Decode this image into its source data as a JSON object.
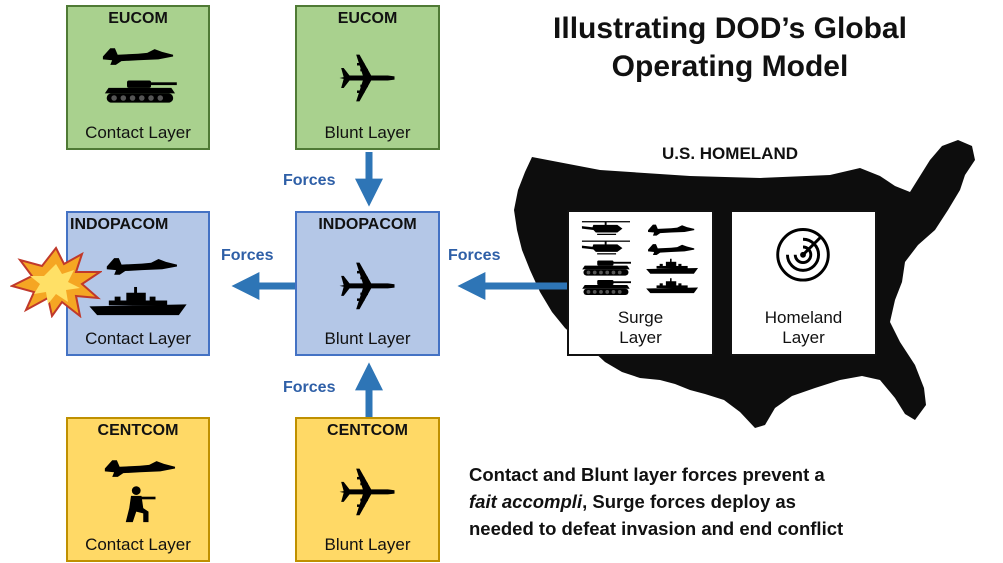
{
  "title": {
    "line1": "Illustrating DOD’s Global",
    "line2": "Operating Model"
  },
  "homeland": {
    "label": "U.S. HOMELAND",
    "surge": {
      "line1": "Surge",
      "line2": "Layer",
      "icons": [
        "helicopter-icon",
        "fighter-jet-icon",
        "tank-icon",
        "warship-icon"
      ]
    },
    "homeland_layer": {
      "line1": "Homeland",
      "line2": "Layer",
      "icon": "radar-icon"
    }
  },
  "boxes": {
    "eucom_contact": {
      "command": "EUCOM",
      "layer": "Contact Layer",
      "icons": [
        "fighter-jet-icon",
        "tank-icon"
      ]
    },
    "eucom_blunt": {
      "command": "EUCOM",
      "layer": "Blunt Layer",
      "icons": [
        "bomber-icon"
      ]
    },
    "indopacom_contact": {
      "command": "INDOPACOM",
      "layer": "Contact Layer",
      "icons": [
        "fighter-jet-icon",
        "warship-icon",
        "explosion-icon"
      ]
    },
    "indopacom_blunt": {
      "command": "INDOPACOM",
      "layer": "Blunt Layer",
      "icons": [
        "bomber-icon"
      ]
    },
    "centcom_contact": {
      "command": "CENTCOM",
      "layer": "Contact Layer",
      "icons": [
        "fighter-jet-icon",
        "soldier-icon"
      ]
    },
    "centcom_blunt": {
      "command": "CENTCOM",
      "layer": "Blunt Layer",
      "icons": [
        "bomber-icon"
      ]
    }
  },
  "arrows": {
    "eucom_to_indopacom": "Forces",
    "homeland_to_indopacom": "Forces",
    "indopacom_blunt_to_contact": "Forces",
    "centcom_to_indopacom": "Forces"
  },
  "caption": {
    "line1": "Contact and Blunt layer forces prevent a",
    "italic": "fait accompli",
    "line2_rest": ", Surge forces deploy as",
    "line3": "needed to defeat invasion and end conflict"
  },
  "colors": {
    "eucom": "#a9d18e",
    "indopacom": "#b4c7e7",
    "centcom": "#ffd966",
    "arrow": "#2e75b6",
    "forces_text": "#2e5fa7",
    "map": "#0d0d0d"
  }
}
